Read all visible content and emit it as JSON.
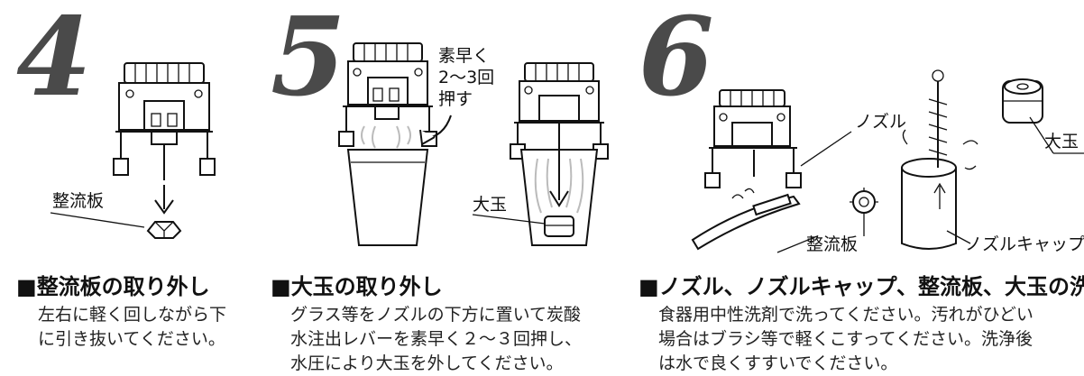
{
  "steps": [
    {
      "number": "4",
      "callouts": [
        "整流板"
      ],
      "title": "整流板の取り外し",
      "text": "左右に軽く回しながら下\nに引き抜いてください。"
    },
    {
      "number": "5",
      "callouts": [
        "素早く\n2〜3回\n押す",
        "大玉"
      ],
      "title": "大玉の取り外し",
      "text": "グラス等をノズルの下方に置いて炭酸\n水注出レバーを素早く２〜３回押し、\n水圧により大玉を外してください。"
    },
    {
      "number": "6",
      "callouts": [
        "ノズル",
        "大玉",
        "整流板",
        "ノズルキャップ"
      ],
      "title": "ノズル、ノズルキャップ、整流板、大玉の洗浄",
      "text": "食器用中性洗剤で洗ってください。汚れがひどい\n場合はブラシ等で軽くこすってください。洗浄後\nは水で良くすすいでください。"
    }
  ],
  "square_glyph": "■"
}
